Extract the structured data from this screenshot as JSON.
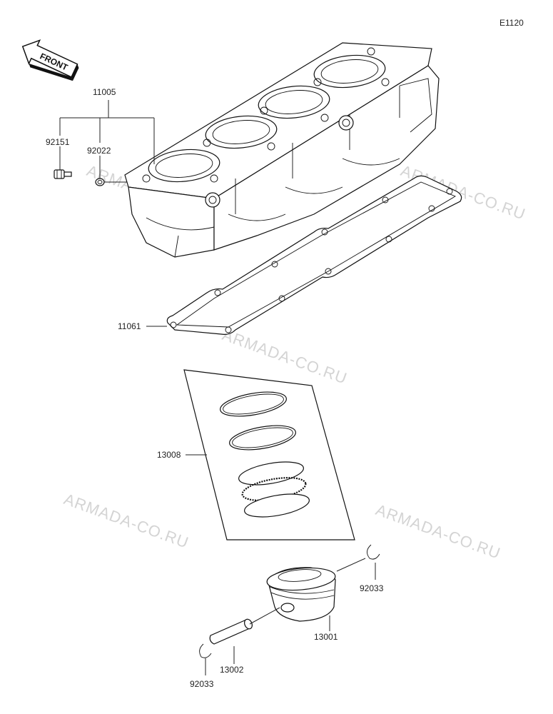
{
  "page_code": "E1120",
  "front_label": "FRONT",
  "watermark_text": "ARMADA-CO.RU",
  "callouts": {
    "cylinder_assy": "11005",
    "bolt": "92151",
    "washer": "92022",
    "gasket": "11061",
    "ring_set": "13008",
    "piston": "13001",
    "pin": "13002",
    "snap_ring_right": "92033",
    "snap_ring_left": "92033"
  },
  "colors": {
    "line": "#111111",
    "watermark": "#d4d4d4",
    "background": "#ffffff"
  },
  "icons": [
    "front-arrow-icon"
  ]
}
